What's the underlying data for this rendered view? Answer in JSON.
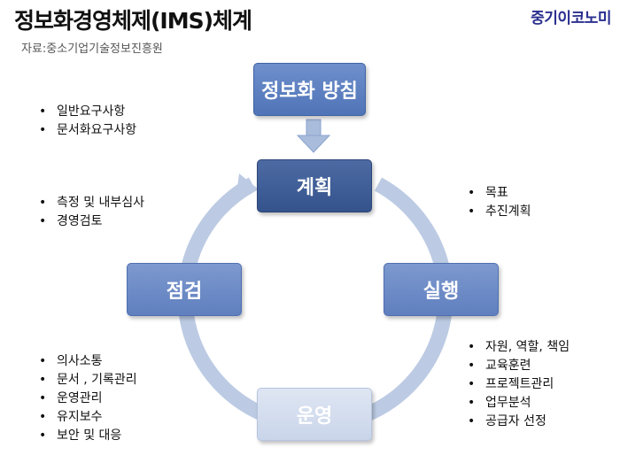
{
  "header": {
    "title": "정보화경영체제(IMS)체계",
    "source": "자료:중소기업기술정보진흥원",
    "brand": "중기이코노미"
  },
  "nodes": {
    "policy": "정보화 방침",
    "plan": "계획",
    "do": "실행",
    "operate": "운영",
    "check": "점검"
  },
  "lists": {
    "policy_items": [
      "일반요구사항",
      "문서화요구사항"
    ],
    "check_items": [
      "측정 및 내부심사",
      "경영검토"
    ],
    "plan_items": [
      "목표",
      "추진계획"
    ],
    "do_items": [
      "자원, 역할, 책임",
      "교육훈련",
      "프로젝트관리",
      "업무분석",
      "공급자 선정"
    ],
    "operate_items": [
      "의사소통",
      "문서 , 기록관리",
      "운영관리",
      "유지보수",
      "보안 및 대응"
    ]
  },
  "colors": {
    "ring": "#bccbe3",
    "down_arrow": "#a9bcdc",
    "plan_box": "#3f5e97",
    "policy_box": "#5a7fc0",
    "side_box": "#6b8bc6",
    "operate_box": "#d5ddee"
  }
}
